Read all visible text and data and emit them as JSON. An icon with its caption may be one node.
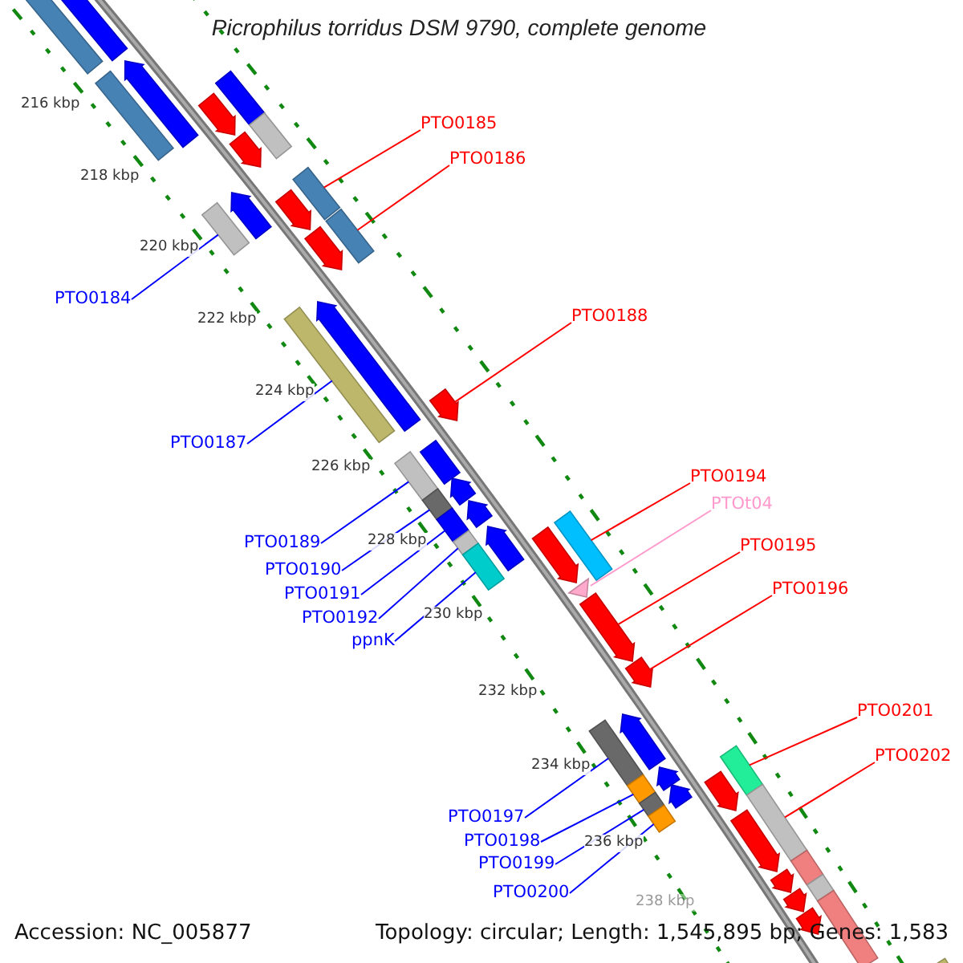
{
  "diagram": {
    "title": "Picrophilus torridus DSM 9790, complete genome",
    "nodes": [
      {
        "text": [
          "PTO0185"
        ]
      },
      {
        "text": [
          "PTO0186"
        ]
      },
      {
        "text": [
          "PTO0184"
        ]
      },
      {
        "text": [
          "PTO0188"
        ]
      },
      {
        "text": [
          "PTO0187"
        ]
      },
      {
        "text": [
          "PTO0194"
        ]
      },
      {
        "text": [
          "PTOt04"
        ]
      },
      {
        "text": [
          "PTO0189"
        ]
      },
      {
        "text": [
          "PTO0195"
        ]
      },
      {
        "text": [
          "PTO0190"
        ]
      },
      {
        "text": [
          "PTO0196"
        ]
      },
      {
        "text": [
          "PTO0191"
        ]
      },
      {
        "text": [
          "PTO0192"
        ]
      },
      {
        "text": [
          "ppnK"
        ]
      },
      {
        "text": [
          "PTO0201"
        ]
      },
      {
        "text": [
          "PTO0202"
        ]
      },
      {
        "text": [
          "PTO0197"
        ]
      },
      {
        "text": [
          "PTO0198"
        ]
      },
      {
        "text": [
          "PTO0199"
        ]
      },
      {
        "text": [
          "PTO0200"
        ]
      },
      {
        "text": [],
        "shape": "bar"
      },
      {
        "text": [],
        "shape": "bar"
      },
      {
        "text": [],
        "shape": "pentagon"
      },
      {
        "text": [],
        "shape": "bar"
      },
      {
        "text": [],
        "shape": "bar"
      },
      {
        "text": [],
        "shape": "pentagon"
      },
      {
        "text": [],
        "shape": "bar"
      },
      {
        "text": [],
        "shape": "pentagon"
      },
      {
        "text": [],
        "shape": "bar"
      },
      {
        "text": [],
        "shape": "pentagon"
      },
      {
        "text": [],
        "shape": "pentagon"
      },
      {
        "text": [],
        "shape": "bar"
      },
      {
        "text": [],
        "shape": "bar"
      },
      {
        "text": [],
        "shape": "pentagon"
      },
      {
        "text": [],
        "shape": "pentagon"
      },
      {
        "text": [],
        "shape": "bar"
      },
      {
        "text": [],
        "shape": "pentagon"
      },
      {
        "text": [],
        "shape": "bar"
      },
      {
        "text": [],
        "shape": "bar"
      },
      {
        "text": [],
        "shape": "pentagon"
      },
      {
        "text": [],
        "shape": "bar"
      },
      {
        "text": [],
        "shape": "pentagon"
      },
      {
        "text": [],
        "shape": "bar"
      },
      {
        "text": [],
        "shape": "bar"
      },
      {
        "text": [],
        "shape": "pentagon"
      },
      {
        "text": [],
        "shape": "pentagon"
      },
      {
        "text": [],
        "shape": "bar"
      },
      {
        "text": [],
        "shape": "bar"
      },
      {
        "text": [],
        "shape": "pentagon"
      },
      {
        "text": [],
        "shape": "pentagon"
      },
      {
        "text": [],
        "shape": "pentagon"
      },
      {
        "text": [],
        "shape": "pentagon"
      },
      {
        "text": [],
        "shape": "bar"
      },
      {
        "text": [],
        "shape": "bar"
      },
      {
        "text": [],
        "shape": "pentagon"
      },
      {
        "text": [],
        "shape": "pentagon"
      },
      {
        "text": [],
        "shape": "bar"
      },
      {
        "text": [],
        "shape": "pentagon"
      },
      {
        "text": [],
        "shape": "bar"
      },
      {
        "text": [],
        "shape": "bar"
      },
      {
        "text": [],
        "shape": "bar"
      },
      {
        "text": [],
        "shape": "pentagon"
      },
      {
        "text": [],
        "shape": "bar"
      },
      {
        "text": [],
        "shape": "pentagon"
      },
      {
        "text": [],
        "shape": "bar"
      },
      {
        "text": [],
        "shape": "pentagon"
      },
      {
        "text": [],
        "shape": "bar"
      },
      {
        "text": [],
        "shape": "pentagon"
      },
      {
        "text": [],
        "shape": "bar"
      }
    ],
    "edges": [
      {
        "from": 0,
        "to": 28,
        "arrow": "none",
        "color": "#ff0000"
      },
      {
        "from": 1,
        "to": 32,
        "arrow": "none",
        "color": "#ff0000"
      },
      {
        "from": 2,
        "to": 31,
        "arrow": "none"
      },
      {
        "from": 3,
        "to": 36,
        "arrow": "none",
        "color": "#ff0000"
      },
      {
        "from": 4,
        "to": 35,
        "arrow": "none"
      },
      {
        "from": 5,
        "to": 43,
        "arrow": "none",
        "color": "#ff0000"
      },
      {
        "from": 6,
        "to": 48,
        "arrow": "none",
        "color": "#ff99cc"
      },
      {
        "from": 7,
        "to": 38,
        "arrow": "none"
      },
      {
        "from": 8,
        "to": 49,
        "arrow": "none",
        "color": "#ff0000"
      },
      {
        "from": 9,
        "to": 40,
        "arrow": "none"
      },
      {
        "from": 10,
        "to": 50,
        "arrow": "none",
        "color": "#ff0000"
      },
      {
        "from": 11,
        "to": 42,
        "arrow": "none"
      },
      {
        "from": 12,
        "to": 46,
        "arrow": "none"
      },
      {
        "from": 13,
        "to": 47,
        "arrow": "none"
      },
      {
        "from": 14,
        "to": 53,
        "arrow": "none",
        "color": "#ff0000"
      },
      {
        "from": 15,
        "to": 58,
        "arrow": "none",
        "color": "#ff0000"
      },
      {
        "from": 16,
        "to": 52,
        "arrow": "none"
      },
      {
        "from": 17,
        "to": 56,
        "arrow": "none"
      },
      {
        "from": 18,
        "to": 59,
        "arrow": "none"
      },
      {
        "from": 19,
        "to": 60,
        "arrow": "none"
      }
    ],
    "labels": [
      "216 kbp",
      "218 kbp",
      "220 kbp",
      "222 kbp",
      "224 kbp",
      "226 kbp",
      "228 kbp",
      "230 kbp",
      "232 kbp",
      "234 kbp",
      "236 kbp",
      "238 kbp",
      "Accession: NC_005877",
      "Topology: circular; Length: 1,545,895 bp; Genes: 1,583"
    ]
  }
}
